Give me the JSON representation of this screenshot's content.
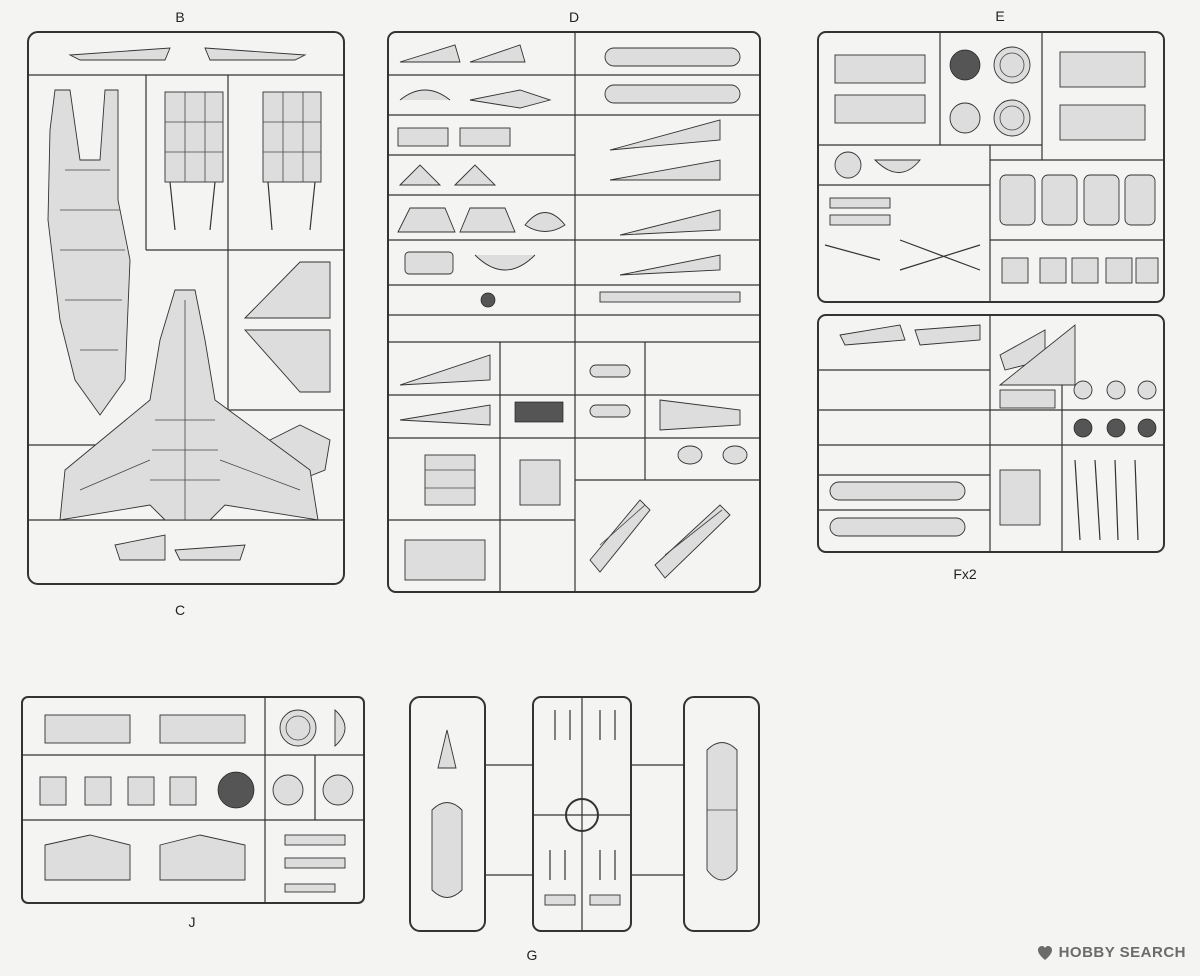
{
  "sheet_labels": {
    "B": "B",
    "C": "C",
    "D": "D",
    "E": "E",
    "F": "Fx2",
    "J": "J",
    "G": "G"
  },
  "watermark": {
    "text": "HOBBY SEARCH",
    "icon": "hobby-search-logo-icon",
    "color": "#6b6b6b"
  },
  "colors": {
    "background": "#f4f4f2",
    "line": "#333333"
  }
}
